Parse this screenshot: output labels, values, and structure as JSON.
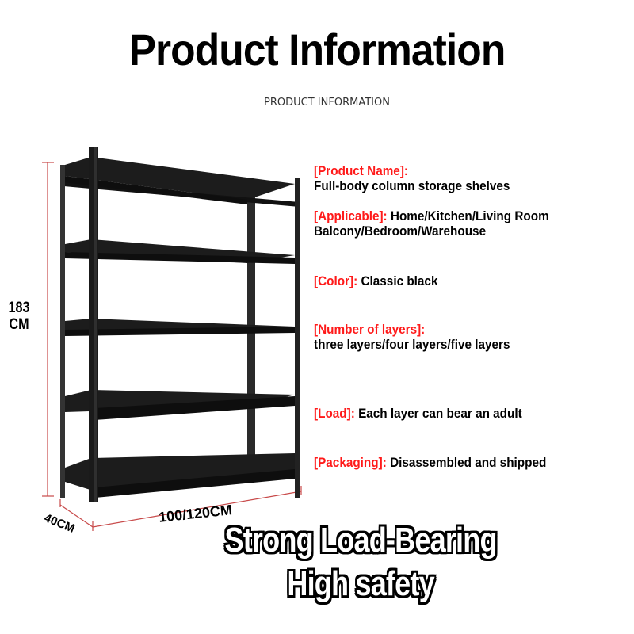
{
  "header": {
    "title": "Product Information",
    "subtitle": "PRODUCT INFORMATION"
  },
  "dimensions": {
    "height_value": "183",
    "height_unit": "CM",
    "depth": "40CM",
    "width": "100/120CM",
    "line_color": "#c84a4a"
  },
  "product": {
    "image_icon": "storage-shelf-illustration",
    "shelf_count": 5,
    "shelf_color": "#1e1e1e"
  },
  "specs": [
    {
      "label": "[Product Name]:",
      "value": "",
      "value_line2": "Full-body column storage shelves"
    },
    {
      "label": "[Applicable]:",
      "value": " Home/Kitchen/Living Room",
      "value_line2": "Balcony/Bedroom/Warehouse"
    },
    {
      "label": "[Color]:",
      "value": " Classic black",
      "value_line2": ""
    },
    {
      "label": "[Number of layers]:",
      "value": "",
      "value_line2": "three layers/four layers/five layers"
    },
    {
      "label": "[Load]:",
      "value": " Each layer can bear an adult",
      "value_line2": ""
    },
    {
      "label": "[Packaging]:",
      "value": " Disassembled and shipped",
      "value_line2": ""
    }
  ],
  "slogan": {
    "line1": "Strong Load-Bearing",
    "line2": "High safety"
  },
  "colors": {
    "label_red": "#ff1a1a",
    "text_black": "#000000",
    "background": "#ffffff"
  }
}
